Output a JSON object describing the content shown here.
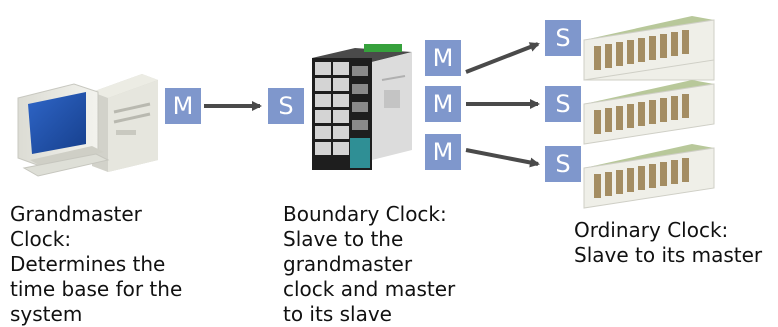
{
  "colors": {
    "badge": "#7f97cc",
    "arrow": "#4a4a4a",
    "text": "#111111"
  },
  "badges": {
    "grandmaster_master": "M",
    "boundary_slave": "S",
    "boundary_master_1": "M",
    "boundary_master_2": "M",
    "boundary_master_3": "M",
    "ordinary_slave_1": "S",
    "ordinary_slave_2": "S",
    "ordinary_slave_3": "S"
  },
  "captions": {
    "grandmaster": [
      "Grandmaster",
      "Clock:",
      "Determines the",
      "time base for the",
      "system"
    ],
    "boundary": [
      "Boundary Clock:",
      "Slave to the",
      "grandmaster",
      "clock and master",
      "to its slave"
    ],
    "ordinary": [
      "Ordinary Clock:",
      "Slave to its master"
    ]
  },
  "icons": {
    "grandmaster": "desktop-computer-icon",
    "boundary": "network-switch-icon",
    "ordinary": "io-module-icon"
  }
}
